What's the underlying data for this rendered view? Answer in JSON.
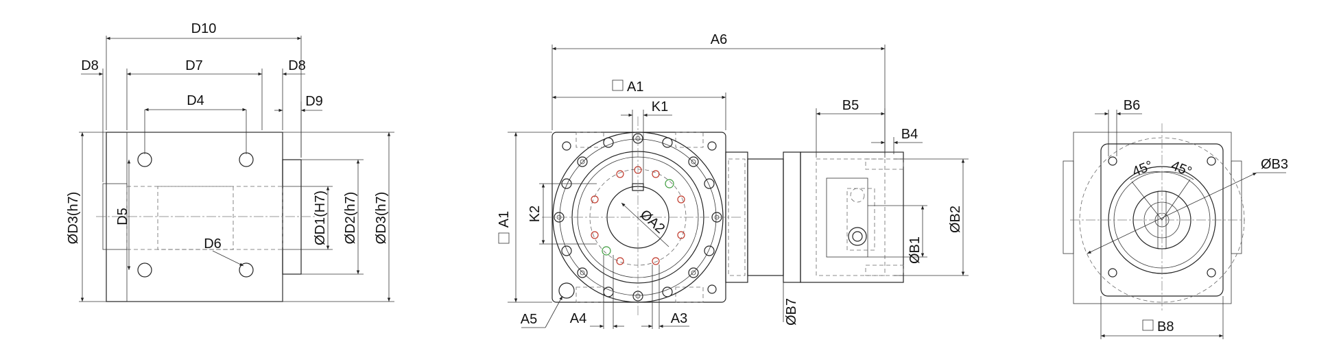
{
  "labels": {
    "d10": "D10",
    "d8_left": "D8",
    "d7": "D7",
    "d8_right": "D8",
    "d4": "D4",
    "d9": "D9",
    "d5": "D5",
    "d6": "D6",
    "d3_left": "ØD3(h7)",
    "d1": "ØD1(H7)",
    "d2": "ØD2(h7)",
    "d3_right": "ØD3(h7)",
    "a6": "A6",
    "a1_top": "A1",
    "k1": "K1",
    "a1_side": "A1",
    "k2": "K2",
    "a2": "ØA2",
    "a5": "A5",
    "a4": "A4",
    "a3": "A3",
    "b5": "B5",
    "b4": "B4",
    "b7": "ØB7",
    "b1": "ØB1",
    "b2": "ØB2",
    "b6": "B6",
    "b3": "ØB3",
    "angle1": "45°",
    "angle2": "45°",
    "b8": "B8"
  }
}
